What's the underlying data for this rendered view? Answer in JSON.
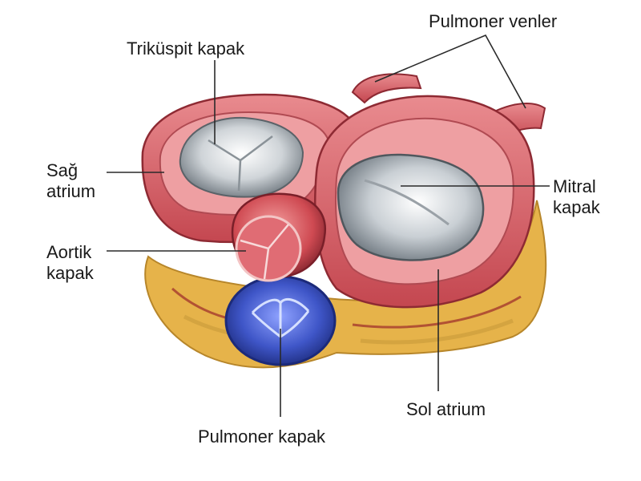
{
  "diagram": {
    "labels": {
      "tricuspid": {
        "text": "Triküspit kapak"
      },
      "pulmonary_veins": {
        "text": "Pulmoner venler"
      },
      "right_atrium": {
        "line1": "Sağ",
        "line2": "atrium"
      },
      "mitral": {
        "line1": "Mitral",
        "line2": "kapak"
      },
      "aortic": {
        "line1": "Aortik",
        "line2": "kapak"
      },
      "left_atrium": {
        "text": "Sol atrium"
      },
      "pulmonary": {
        "text": "Pulmoner kapak"
      }
    },
    "colors": {
      "myocardium": "#d9636b",
      "myocardium_dark": "#a8323c",
      "myocardium_light": "#f0a3a6",
      "fat": "#e6b34a",
      "valve_tissue": "#dfe3e6",
      "pulmonary_valve": "#3f56c8",
      "leader_line": "#2a2a2a"
    }
  }
}
